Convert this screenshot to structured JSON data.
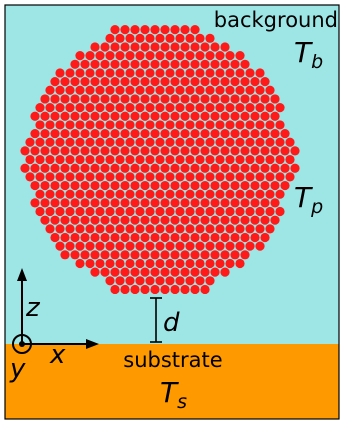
{
  "labels": {
    "background": "background",
    "T_b_main": "T",
    "T_b_sub": "b",
    "T_p_main": "T",
    "T_p_sub": "p",
    "substrate": "substrate",
    "T_s_main": "T",
    "T_s_sub": "s",
    "distance": "d",
    "axis_x": "x",
    "axis_y": "y",
    "axis_z": "z"
  },
  "colors": {
    "background": "#9ee6e6",
    "substrate": "#ff9900",
    "particle": "#ff1a1a",
    "outline": "#000000"
  }
}
